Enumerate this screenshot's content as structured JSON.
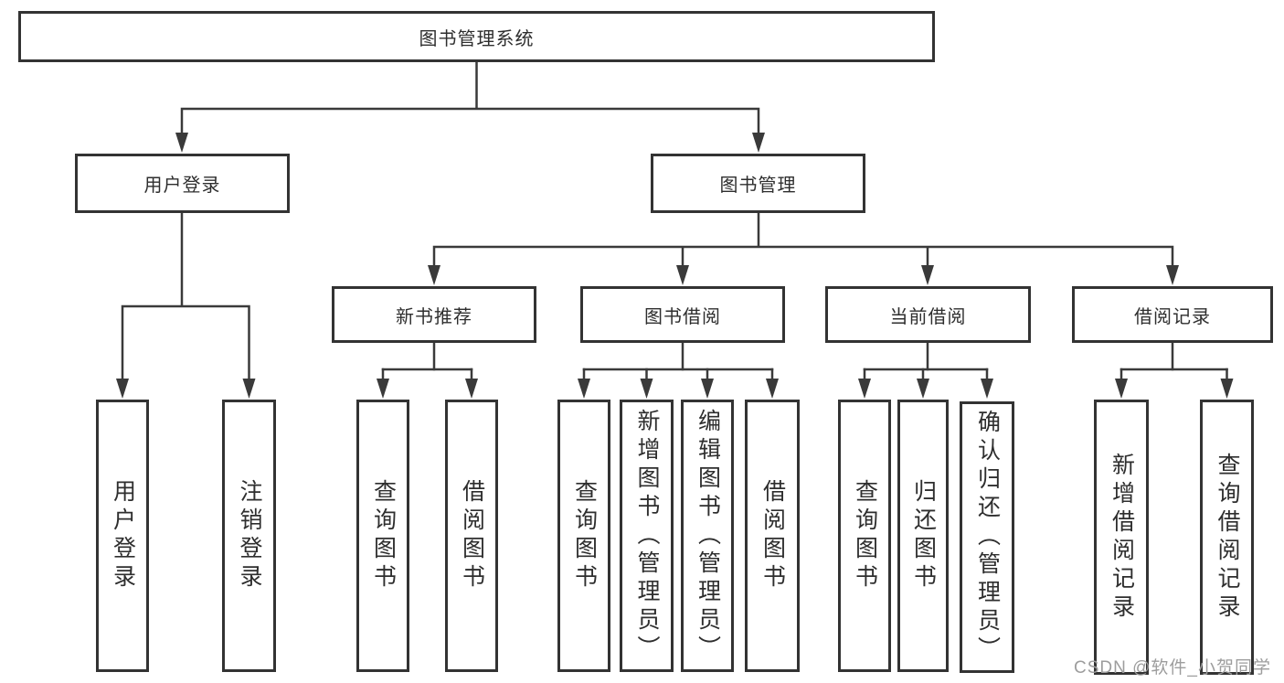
{
  "colors": {
    "line": "#3a3a3a",
    "box_border": "#333333",
    "text": "#2e2e2e",
    "watermark": "#9d9d9d",
    "background": "#ffffff"
  },
  "nodes": {
    "root": {
      "label": "图书管理系统"
    },
    "user_login": {
      "label": "用户登录"
    },
    "book_mgmt": {
      "label": "图书管理"
    },
    "new_book_rec": {
      "label": "新书推荐"
    },
    "book_borrow": {
      "label": "图书借阅"
    },
    "current_borrow": {
      "label": "当前借阅"
    },
    "borrow_records": {
      "label": "借阅记录"
    },
    "ul_user_login": {
      "label": "用户登录"
    },
    "ul_logout": {
      "label": "注销登录"
    },
    "nb_query_books": {
      "label": "查询图书"
    },
    "nb_borrow_books": {
      "label": "借阅图书"
    },
    "bb_query_books": {
      "label": "查询图书"
    },
    "bb_add_books": {
      "label": "新增图书（管理员）"
    },
    "bb_edit_books": {
      "label": "编辑图书（管理员）"
    },
    "bb_borrow_books": {
      "label": "借阅图书"
    },
    "cb_query_books": {
      "label": "查询图书"
    },
    "cb_return_books": {
      "label": "归还图书"
    },
    "cb_confirm_return": {
      "label": "确认归还（管理员）"
    },
    "br_add_record": {
      "label": "新增借阅记录"
    },
    "br_query_record": {
      "label": "查询借阅记录"
    }
  },
  "watermark": "CSDN @软件_小贺同学"
}
